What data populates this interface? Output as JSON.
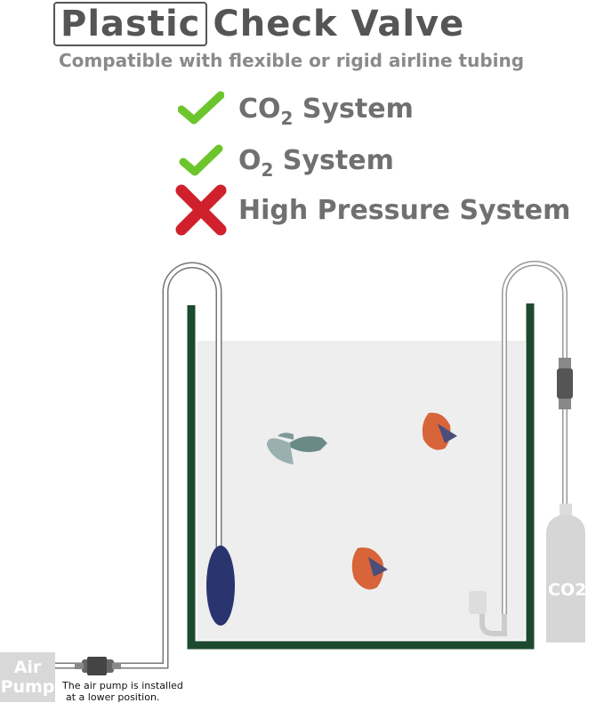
{
  "title": {
    "boxed": "Plastic",
    "rest": "Check Valve"
  },
  "subtitle": "Compatible with flexible or rigid airline tubing",
  "features": [
    {
      "pre": "CO",
      "sub": "2",
      "post": " System",
      "ok": true,
      "icon": "check-icon"
    },
    {
      "pre": "O",
      "sub": "2",
      "post": " System",
      "ok": true,
      "icon": "check-icon"
    },
    {
      "pre": "High Pressure System",
      "sub": "",
      "post": "",
      "ok": false,
      "icon": "cross-icon"
    }
  ],
  "pump": {
    "line1": "Air",
    "line2": "Pump"
  },
  "note": {
    "line1": "The air pump is installed",
    "line2": "at a lower position."
  },
  "co2_label": "CO2",
  "colors": {
    "check": "#6cc52c",
    "cross": "#d0202c",
    "tank_frame": "#1c4a2e",
    "water": "#eeeeee",
    "air_stone": "#2a3570",
    "text_gray": "#707070"
  }
}
